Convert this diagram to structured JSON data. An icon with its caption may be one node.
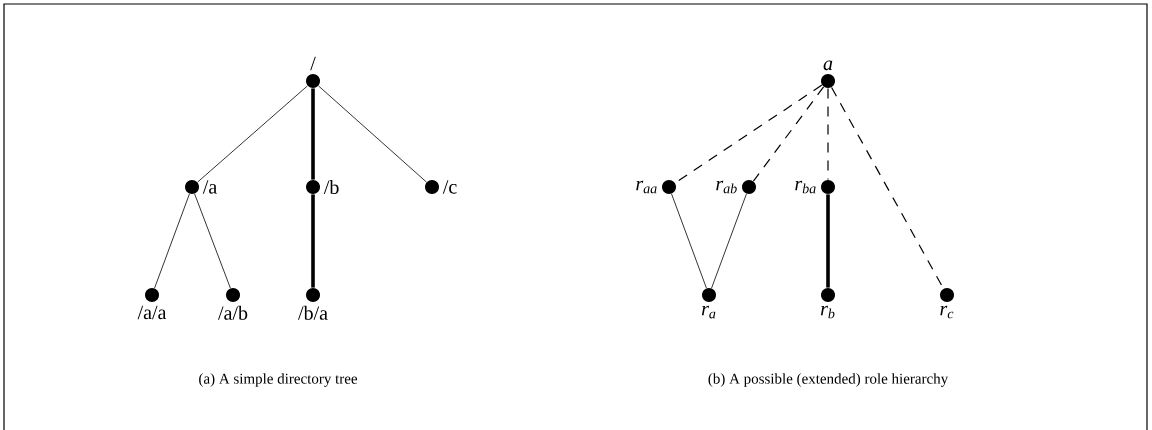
{
  "diagram": {
    "nodes": [
      {
        "text": [
          "/"
        ]
      },
      {
        "text": [
          "/a"
        ]
      },
      {
        "text": [
          "/b"
        ]
      },
      {
        "text": [
          "/c"
        ]
      },
      {
        "text": [
          "/a/a"
        ]
      },
      {
        "text": [
          "/a/b"
        ]
      },
      {
        "text": [
          "/b/a"
        ]
      },
      {
        "text": [
          "a"
        ]
      },
      {
        "text": [
          "r$_{aa}$"
        ]
      },
      {
        "text": [
          "r$_{ab}$"
        ]
      },
      {
        "text": [
          "r$_{ba}$"
        ]
      },
      {
        "text": [
          "r$_{a}$"
        ]
      },
      {
        "text": [
          "r$_{b}$"
        ]
      },
      {
        "text": [
          "r$_{c}$"
        ]
      }
    ],
    "edges": [
      {
        "from": 0,
        "to": 1,
        "arrow": "none"
      },
      {
        "from": 0,
        "to": 2,
        "arrow": "none",
        "style": "thick"
      },
      {
        "from": 0,
        "to": 3,
        "arrow": "none"
      },
      {
        "from": 1,
        "to": 4,
        "arrow": "none"
      },
      {
        "from": 1,
        "to": 5,
        "arrow": "none"
      },
      {
        "from": 2,
        "to": 6,
        "arrow": "none",
        "style": "thick"
      },
      {
        "from": 7,
        "to": 8,
        "arrow": "none",
        "style": "dashed"
      },
      {
        "from": 7,
        "to": 9,
        "arrow": "none",
        "style": "dashed"
      },
      {
        "from": 7,
        "to": 10,
        "arrow": "none",
        "style": "dashed"
      },
      {
        "from": 7,
        "to": 13,
        "arrow": "none",
        "style": "dashed"
      },
      {
        "from": 8,
        "to": 11,
        "arrow": "none"
      },
      {
        "from": 9,
        "to": 11,
        "arrow": "none"
      },
      {
        "from": 10,
        "to": 12,
        "arrow": "none",
        "style": "thick"
      }
    ],
    "labels": [
      "(a) A simple directory tree",
      "(b) A possible (extended) role hierarchy"
    ]
  }
}
